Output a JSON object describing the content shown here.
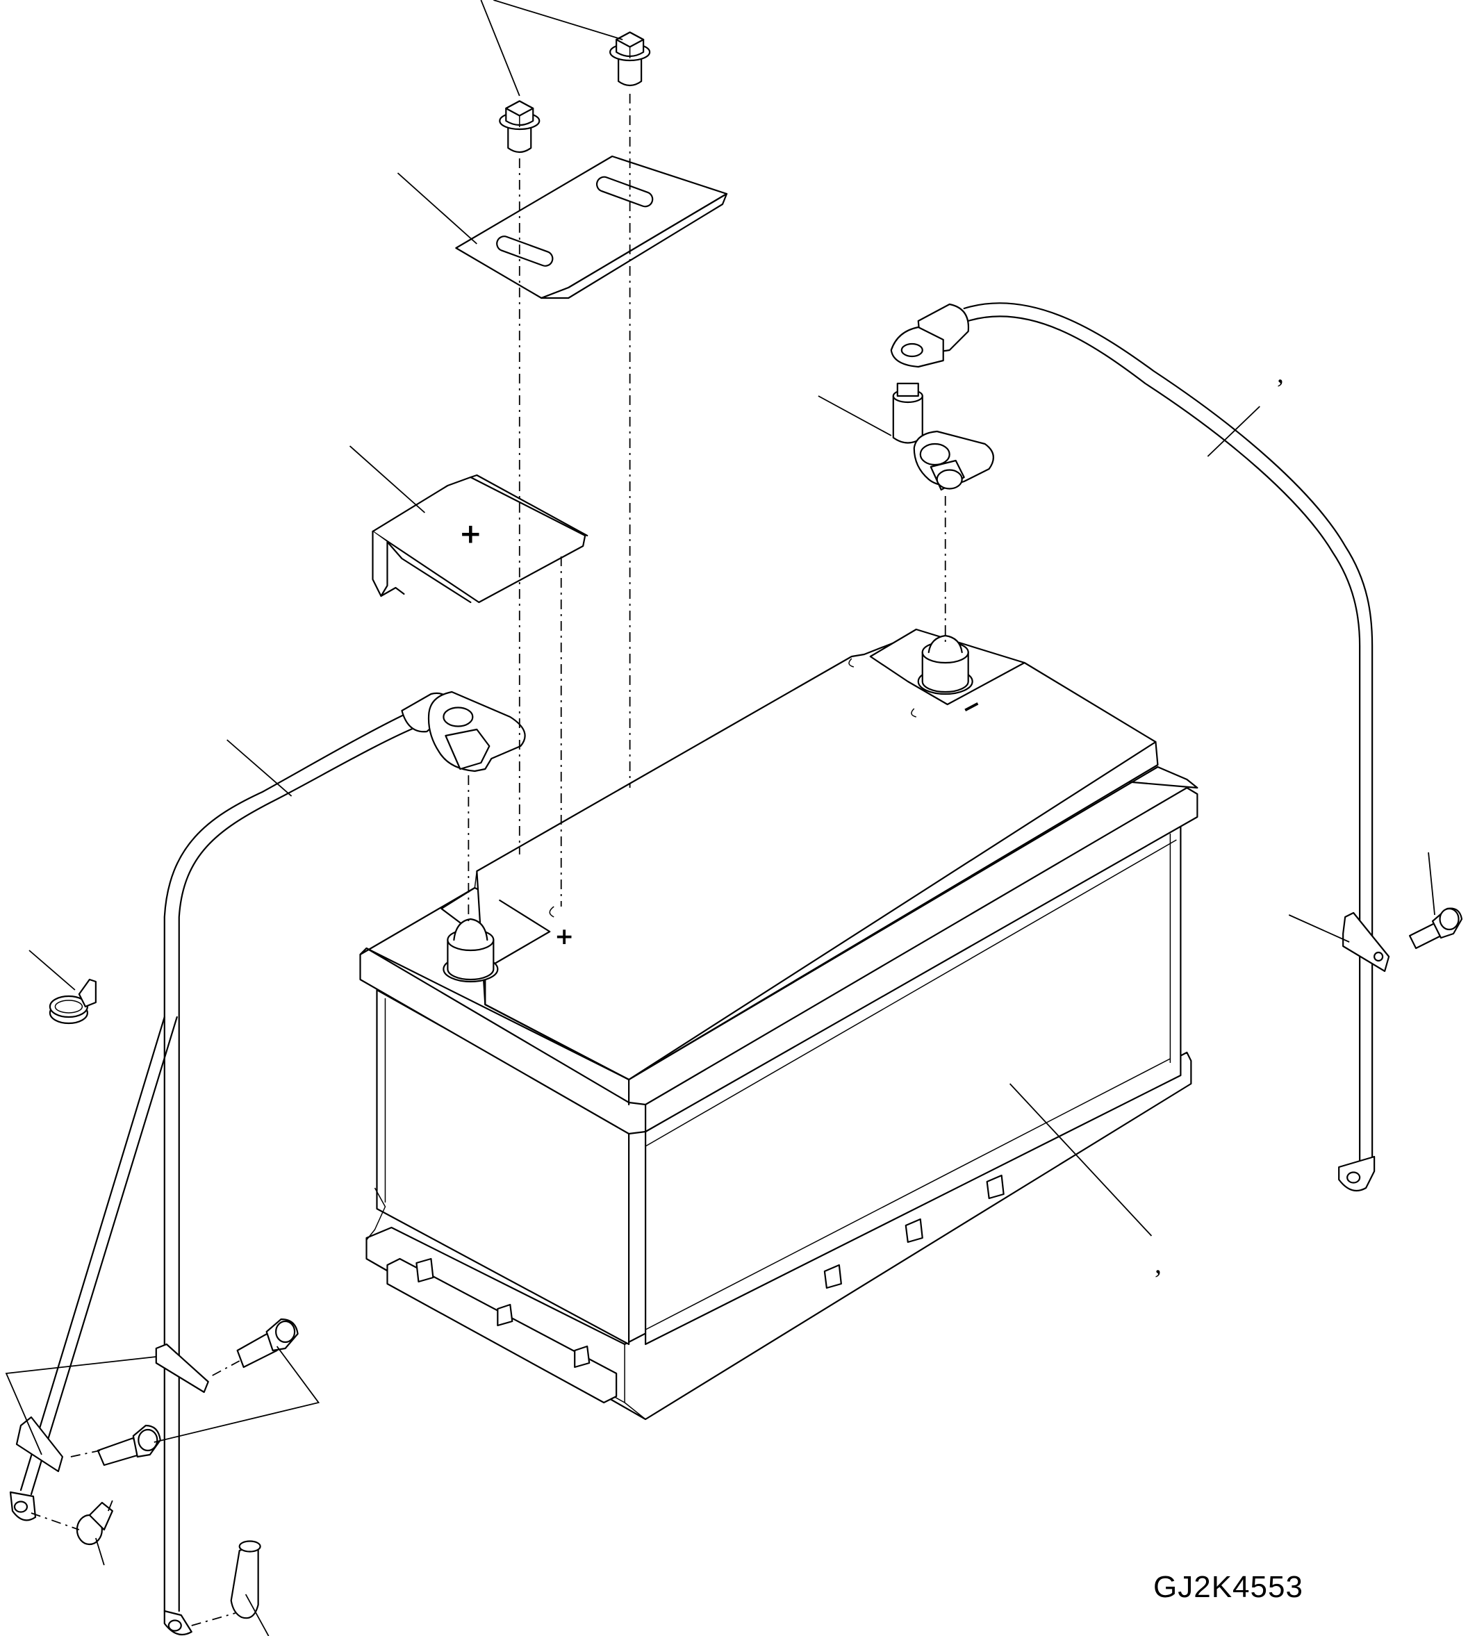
{
  "drawing_code": "GJ2K4553",
  "terminal_marks": {
    "positive_cover": "+",
    "positive_post": "+",
    "negative_post": "−"
  },
  "callout_commas": [
    "’",
    "’"
  ],
  "parts": [
    "flange-bolt",
    "hold-down-bracket",
    "terminal-cover",
    "positive-cable",
    "negative-terminal-clamp",
    "negative-ground-cable",
    "battery",
    "wire-clip",
    "cable-clamp",
    "clamp-bolt",
    "terminal-cap",
    "terminal-boot"
  ]
}
